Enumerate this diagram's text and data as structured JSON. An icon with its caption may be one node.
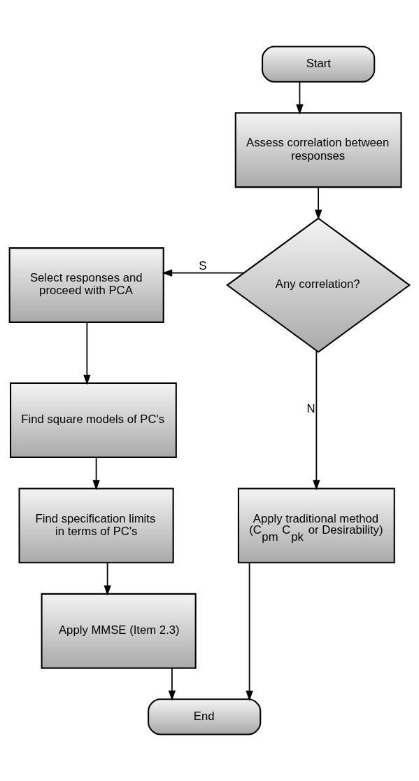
{
  "diagram": {
    "nodes": [
      {
        "text": [
          "Start"
        ]
      },
      {
        "text": [
          "Assess correlation between responses"
        ]
      },
      {
        "text": [
          "Any correlation?"
        ]
      },
      {
        "text": [
          "Select responses and proceed with PCA"
        ]
      },
      {
        "text": [
          "Find square models of PC's"
        ]
      },
      {
        "text": [
          "Find specification limits in terms of PC's"
        ]
      },
      {
        "text": [
          "Apply MMSE (Item 2.3)"
        ]
      },
      {
        "text": [
          "Apply traditional method (C$_{pm}$ C$_{pk}$ or Desirability)"
        ]
      },
      {
        "text": [
          "End"
        ]
      }
    ],
    "edges": [
      {
        "from": 0,
        "to": 1,
        "arrow": "to"
      },
      {
        "from": 1,
        "to": 2,
        "arrow": "to"
      },
      {
        "from": 2,
        "to": 3,
        "arrow": "to",
        "label": "S"
      },
      {
        "from": 2,
        "to": 7,
        "arrow": "to",
        "label": "N"
      },
      {
        "from": 3,
        "to": 4,
        "arrow": "to"
      },
      {
        "from": 4,
        "to": 5,
        "arrow": "to"
      },
      {
        "from": 5,
        "to": 6,
        "arrow": "to"
      },
      {
        "from": 6,
        "to": 8,
        "arrow": "to"
      },
      {
        "from": 7,
        "to": 8,
        "arrow": "to"
      }
    ]
  }
}
